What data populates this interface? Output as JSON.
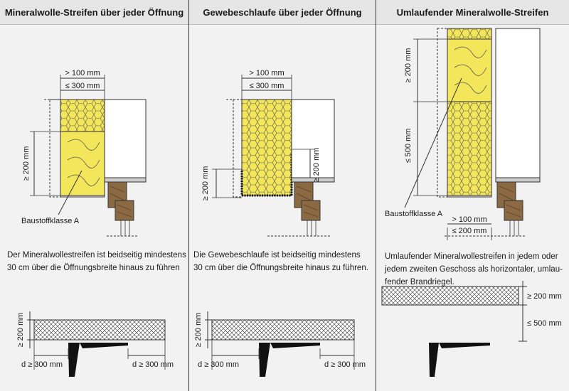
{
  "panels": [
    {
      "title": "Mineralwolle-Streifen über jeder Öffnung",
      "dim_width_min": "> 100 mm",
      "dim_width_max": "≤ 300 mm",
      "dim_height": "≥ 200 mm",
      "material_label": "Baustoffklasse A",
      "description_lines": [
        "Der Mineralwollestreifen ist beidseitig mindestens",
        "30 cm über die Öffnungsbreite hinaus zu führen"
      ],
      "plan_height": "≥ 200 mm",
      "plan_left": "d ≥ 300 mm",
      "plan_right": "d ≥ 300 mm"
    },
    {
      "title": "Gewebeschlaufe über jeder Öffnung",
      "dim_width_min": "> 100 mm",
      "dim_width_max": "≤ 300 mm",
      "dim_height_left": "≥ 200 mm",
      "dim_height_right": "≥ 200 mm",
      "description_lines": [
        "Die Gewebeschlaufe ist beidseitig mindestens",
        "30 cm über die Öffnungsbreite hinaus zu führen."
      ],
      "plan_height": "≥ 200 mm",
      "plan_left": "d ≥ 300 mm",
      "plan_right": "d ≥ 300 mm"
    },
    {
      "title": "Umlaufender Mineralwolle-Streifen",
      "dim_strip_height": "≥ 200 mm",
      "dim_gap_height": "≤ 500 mm",
      "material_label": "Baustoffklasse A",
      "dim_width_min": "> 100 mm",
      "dim_width_max": "≤ 200 mm",
      "description_lines": [
        "Umlaufender Mineralwollestreifen in jedem oder",
        "jedem zweiten Geschoss als horizontaler, umlau-",
        "fender Brandriegel."
      ],
      "plan_strip_height": "≥ 200 mm",
      "plan_gap_height": "≤ 500 mm"
    }
  ],
  "colors": {
    "insulation": "#f3e65a",
    "timber": "#8b6a43",
    "hatch": "#333333"
  }
}
